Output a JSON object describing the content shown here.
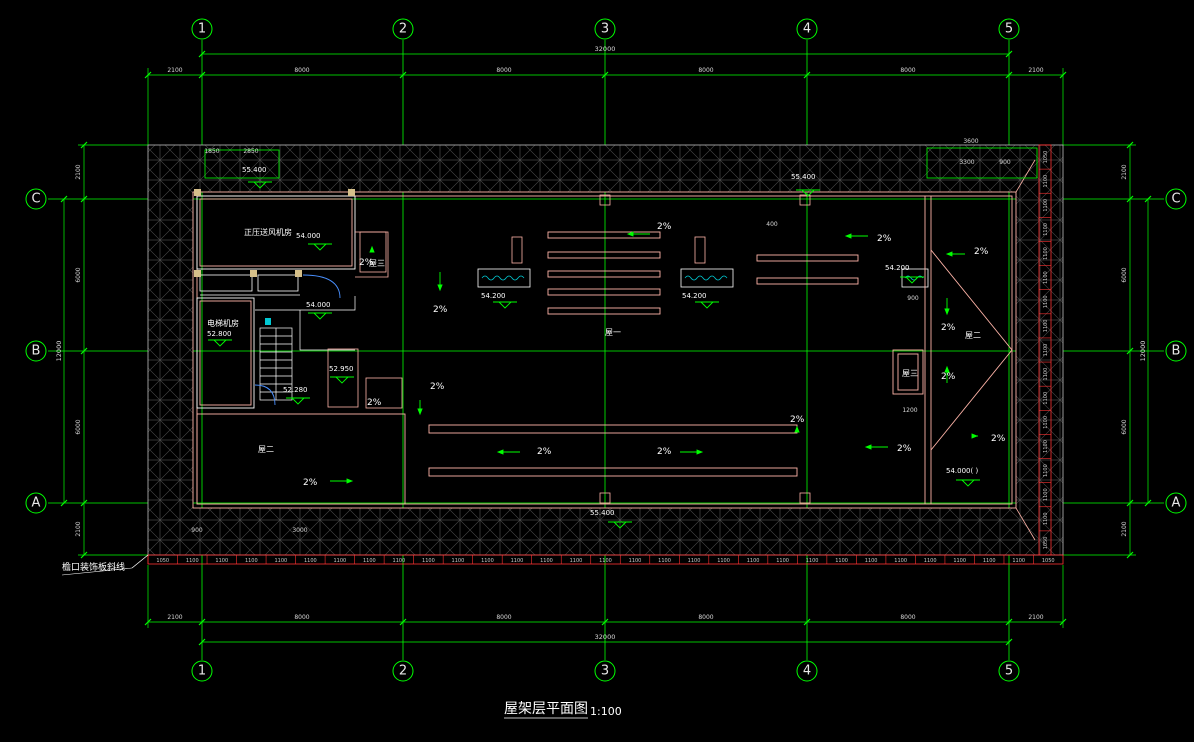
{
  "drawing": {
    "title": "屋架层平面图",
    "scale": "1:100",
    "edge_label": "檐口装饰板斜线",
    "colors": {
      "background": "#000000",
      "grid": "#00ff00",
      "wall": "#ffb4a8",
      "gutter": "#ff4444",
      "text": "#ffffff",
      "arrow": "#00ff00"
    }
  },
  "grid": {
    "vertical": [
      "1",
      "2",
      "3",
      "4",
      "5"
    ],
    "horizontal": [
      "C",
      "B",
      "A"
    ]
  },
  "dims": {
    "top_segments": [
      "2100",
      "8000",
      "8000",
      "8000",
      "8000",
      "2100"
    ],
    "top_total": "32000",
    "bottom_segments": [
      "2100",
      "8000",
      "8000",
      "8000",
      "8000",
      "2100"
    ],
    "bottom_total": "32000",
    "left_segments": [
      "2100",
      "6000",
      "6000",
      "2100"
    ],
    "left_total": "12000",
    "right_segments": [
      "2100",
      "6000",
      "6000",
      "2100"
    ],
    "right_total": "12000"
  },
  "rooms": {
    "fan_room": "正压送风机房",
    "elevator_room": "电梯机房",
    "roof_one": "屋一",
    "roof_two_left": "屋二",
    "roof_two_right": "屋二",
    "roof_three_top": "屋三",
    "roof_three_mid": "屋三"
  },
  "elevations": {
    "e1": "55.400",
    "e2": "55.400",
    "e3": "55.400",
    "e4": "54.200",
    "e5": "54.200",
    "e6": "54.200",
    "e7": "54.000",
    "e8": "54.000",
    "e9": "52.950",
    "e10": "52.280",
    "e11": "52.800",
    "e12": "54.000(  )"
  },
  "slopes": {
    "s1": "2%",
    "s2": "2%",
    "s3": "2%",
    "s4": "2%",
    "s5": "2%",
    "s6": "2%",
    "s7": "2%",
    "s8": "2%",
    "s9": "2%",
    "s10": "2%",
    "s11": "2%",
    "s12": "2%",
    "s13": "2%",
    "s14": "2%",
    "s15": "2%"
  },
  "small_dims": {
    "d1": "1850",
    "d2": "2850",
    "d3": "3600",
    "d4": "3300",
    "d5": "900",
    "d6": "900",
    "d7": "1200",
    "d8": "3000",
    "d9": "400",
    "d10": "900"
  },
  "gutter": {
    "bottom_ticks": [
      "1050",
      "1100",
      "1100",
      "1100",
      "1100",
      "1100",
      "1100",
      "1100",
      "1100",
      "1100",
      "1100",
      "1100",
      "1100",
      "1100",
      "1100",
      "1100",
      "1100",
      "1100",
      "1100",
      "1100",
      "1100",
      "1100",
      "1100",
      "1100",
      "1100",
      "1100",
      "1100",
      "1100",
      "1100",
      "1100",
      "1050"
    ],
    "right_ticks": [
      "1050",
      "1100",
      "1100",
      "1100",
      "1100",
      "1100",
      "1100",
      "1100",
      "1100",
      "1100",
      "1100",
      "1100",
      "1100",
      "1100",
      "1100",
      "1100",
      "1050"
    ]
  }
}
